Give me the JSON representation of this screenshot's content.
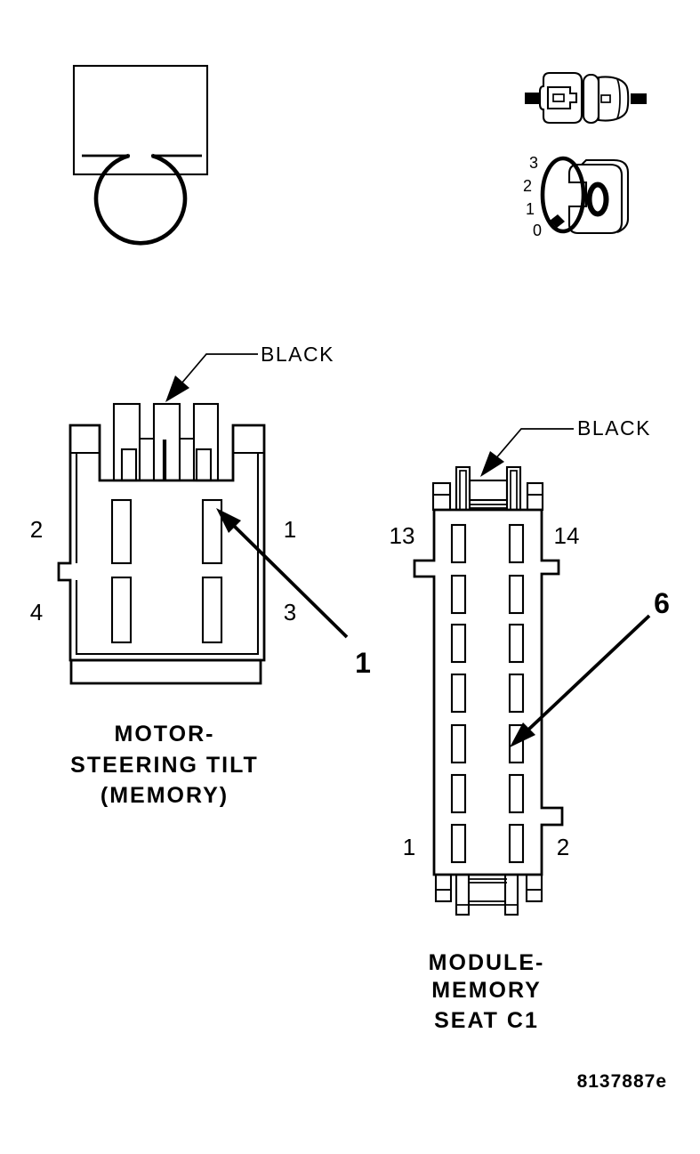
{
  "figure_id": "8137887e",
  "icons": {
    "ohmmeter": {
      "name": "ohm-resistance-symbol"
    },
    "probe": {
      "name": "terminal-mating-connectors"
    },
    "dial": {
      "name": "rotary-dial",
      "tick_labels": [
        "3",
        "2",
        "1",
        "0"
      ]
    }
  },
  "left_connector": {
    "caption": [
      "MOTOR-",
      "STEERING TILT",
      "(MEMORY)"
    ],
    "wire_color": "BLACK",
    "pins": {
      "top_left": "2",
      "top_right": "1",
      "bottom_left": "4",
      "bottom_right": "3"
    },
    "callout_pin": "1"
  },
  "right_connector": {
    "caption": [
      "MODULE-",
      "MEMORY",
      "SEAT C1"
    ],
    "wire_color": "BLACK",
    "pins": {
      "top_left": "13",
      "top_right": "14",
      "bottom_left": "1",
      "bottom_right": "2"
    },
    "callout_pin": "6"
  },
  "colors": {
    "line": "#000000",
    "background": "#ffffff"
  }
}
